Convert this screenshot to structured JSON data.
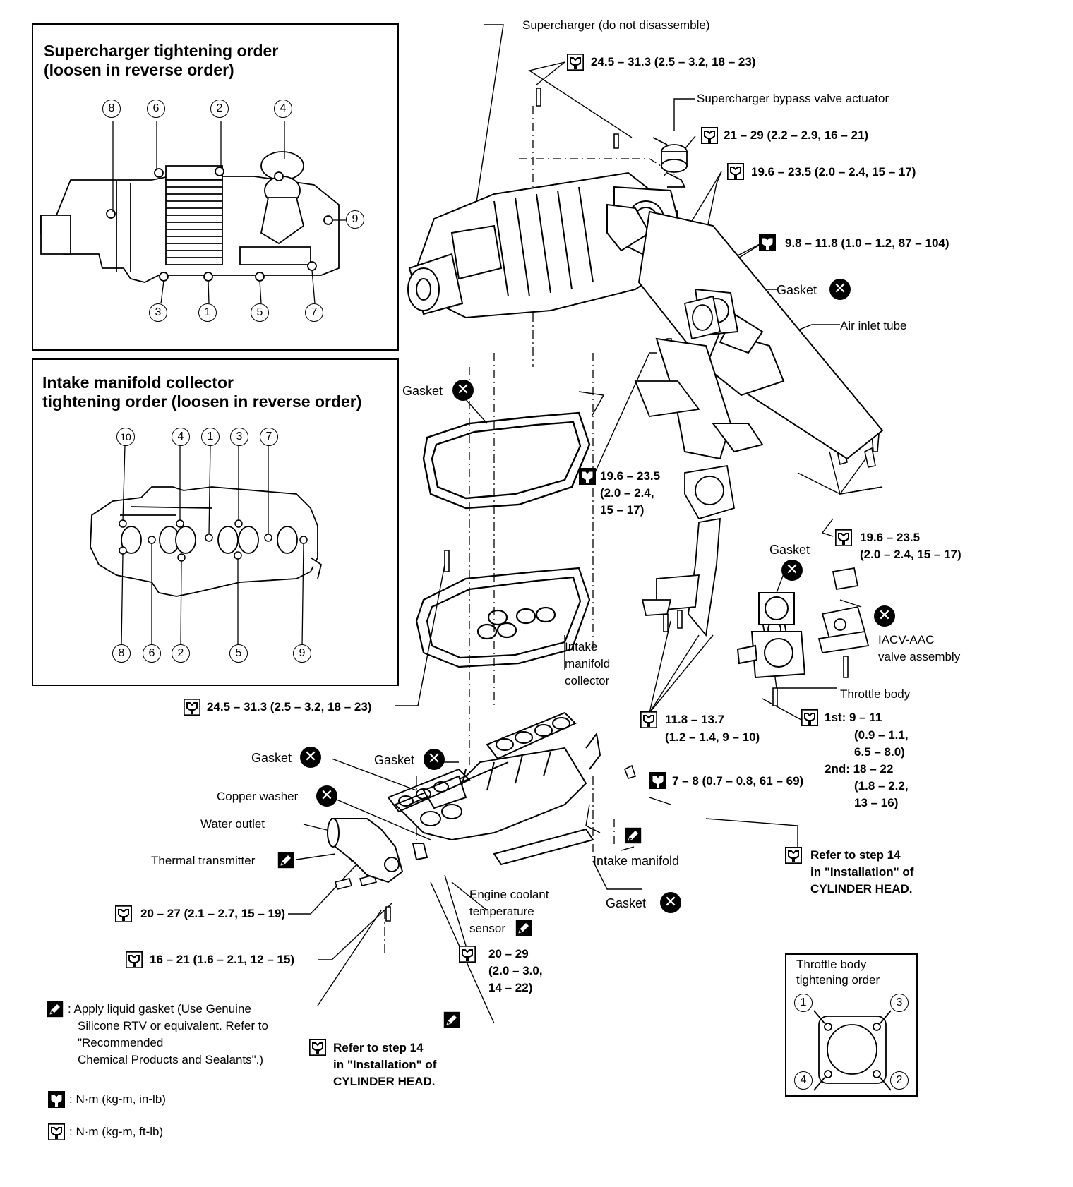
{
  "panels": {
    "supercharger": {
      "title_line1": "Supercharger tightening order",
      "title_line2": "(loosen in reverse order)",
      "bolts": [
        "8",
        "6",
        "2",
        "4",
        "9",
        "3",
        "1",
        "5",
        "7"
      ]
    },
    "collector": {
      "title_line1": "Intake manifold collector",
      "title_line2": "tightening order (loosen in reverse order)",
      "bolts": [
        "10",
        "4",
        "1",
        "3",
        "7",
        "8",
        "6",
        "2",
        "5",
        "9"
      ]
    },
    "throttle": {
      "title_line1": "Throttle body",
      "title_line2": "tightening order",
      "bolts": [
        "1",
        "3",
        "4",
        "2"
      ]
    }
  },
  "labels": {
    "supercharger": "Supercharger (do not disassemble)",
    "bypass_actuator": "Supercharger bypass valve actuator",
    "gasket": "Gasket",
    "air_inlet_tube": "Air inlet tube",
    "iacv_1": "IACV-AAC",
    "iacv_2": "valve assembly",
    "throttle_body": "Throttle body",
    "collector_1": "Intake",
    "collector_2": "manifold",
    "collector_3": "collector",
    "copper_washer": "Copper washer",
    "water_outlet": "Water outlet",
    "thermal_transmitter": "Thermal transmitter",
    "intake_manifold": "Intake  manifold",
    "ect_1": "Engine coolant",
    "ect_2": "temperature",
    "ect_3": "sensor",
    "refer_right_1": "Refer to step 14",
    "refer_right_2": "in \"Installation\" of",
    "refer_right_3": "CYLINDER HEAD.",
    "refer_bottom_1": "Refer to step 14",
    "refer_bottom_2": "in \"Installation\" of",
    "refer_bottom_3": "CYLINDER HEAD."
  },
  "torques": {
    "t1": "24.5 – 31.3 (2.5 – 3.2, 18 – 23)",
    "t2": "21 – 29 (2.2 – 2.9, 16 – 21)",
    "t3": "19.6 – 23.5 (2.0 – 2.4, 15 – 17)",
    "t4": "9.8 – 11.8 (1.0 – 1.2, 87 – 104)",
    "t5_1": "19.6 – 23.5",
    "t5_2": "(2.0 – 2.4,",
    "t5_3": "15 –  17)",
    "t6_1": "19.6 – 23.5",
    "t6_2": "(2.0 – 2.4, 15 – 17)",
    "t7": "24.5 – 31.3 (2.5 – 3.2, 18 – 23)",
    "t8_1": "11.8 – 13.7",
    "t8_2": "(1.2 – 1.4, 9 – 10)",
    "t9_1": "1st: 9 – 11",
    "t9_2": "(0.9 – 1.1,",
    "t9_3": "6.5 – 8.0)",
    "t9_4": "2nd: 18 – 22",
    "t9_5": "(1.8 – 2.2,",
    "t9_6": "13 – 16)",
    "t10": "7 – 8 (0.7 – 0.8, 61 – 69)",
    "t11": "20 – 27 (2.1 – 2.7, 15 – 19)",
    "t12": "16 – 21 (1.6 – 2.1, 12 – 15)",
    "t13_1": "20 – 29",
    "t13_2": "(2.0 – 3.0,",
    "t13_3": "14 – 22)"
  },
  "legend": {
    "sealant_1": ": Apply liquid gasket (Use Genuine",
    "sealant_2": "Silicone RTV or equivalent. Refer to",
    "sealant_3": "\"Recommended",
    "sealant_4": "Chemical Products and Sealants\".)",
    "in_lb": ": N·m (kg-m, in-lb)",
    "ft_lb": ": N·m (kg-m, ft-lb)"
  },
  "icons": {
    "torque_ftlb": "torque-wrench-icon",
    "torque_inlb": "torque-wrench-filled-icon",
    "replace": "replace-x-icon",
    "sealant": "sealant-pen-icon"
  }
}
